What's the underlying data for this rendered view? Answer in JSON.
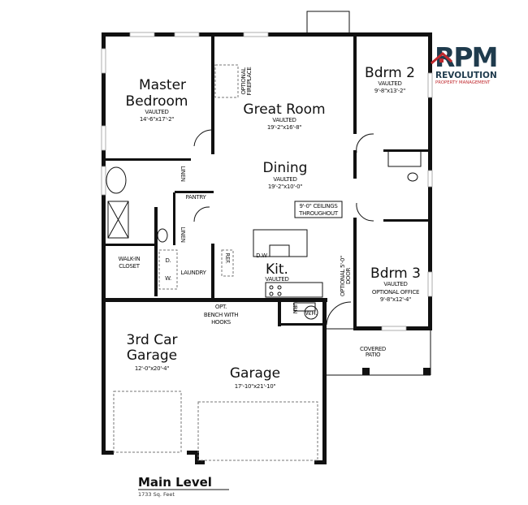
{
  "rooms": {
    "master": {
      "name_line1": "Master",
      "name_line2": "Bedroom",
      "note": "VAULTED",
      "size": "14'-6\"x17'-2\""
    },
    "great_room": {
      "name": "Great Room",
      "note": "VAULTED",
      "size": "19'-2\"x16'-8\""
    },
    "dining": {
      "name": "Dining",
      "note": "VAULTED",
      "size": "19'-2\"x10'-0\""
    },
    "bdrm2": {
      "name": "Bdrm 2",
      "note": "VAULTED",
      "size": "9'-8\"x13'-2\""
    },
    "bdrm3": {
      "name": "Bdrm 3",
      "note": "VAULTED",
      "note2": "OPTIONAL OFFICE",
      "size": "9'-8\"x12'-4\""
    },
    "kitchen": {
      "name": "Kit.",
      "note": "VAULTED"
    },
    "third_garage": {
      "name_line1": "3rd Car",
      "name_line2": "Garage",
      "size": "12'-0\"x20'-4\""
    },
    "garage": {
      "name": "Garage",
      "size": "17'-10\"x21'-10\""
    }
  },
  "labels": {
    "ceilings_line1": "9'-0\" CEILINGS",
    "ceilings_line2": "THROUGHOUT",
    "fireplace_line1": "OPTIONAL",
    "fireplace_line2": "FIREPLACE",
    "pantry": "PANTRY",
    "linen": "LINEN",
    "walkin_line1": "WALK-IN",
    "walkin_line2": "CLOSET",
    "dryer": "D.",
    "washer": "W.",
    "laundry": "LAUNDRY",
    "ref": "REF.",
    "dw": "D.W",
    "bench_line1": "OPT.",
    "bench_line2": "BENCH WITH",
    "bench_line3": "HOOKS",
    "furn": "FURN",
    "wh": "W.H.",
    "door_line1": "OPTIONAL 5'-0\"",
    "door_line2": "DOOR",
    "patio_line1": "COVERED",
    "patio_line2": "PATIO"
  },
  "footer": {
    "title": "Main Level",
    "area": "1733 Sq. Feet"
  },
  "logo": {
    "mark": "RPM",
    "name": "REVOLUTION",
    "tagline": "PROPERTY MANAGEMENT",
    "colors": {
      "navy": "#1f3b4d",
      "red": "#c0282d"
    }
  }
}
